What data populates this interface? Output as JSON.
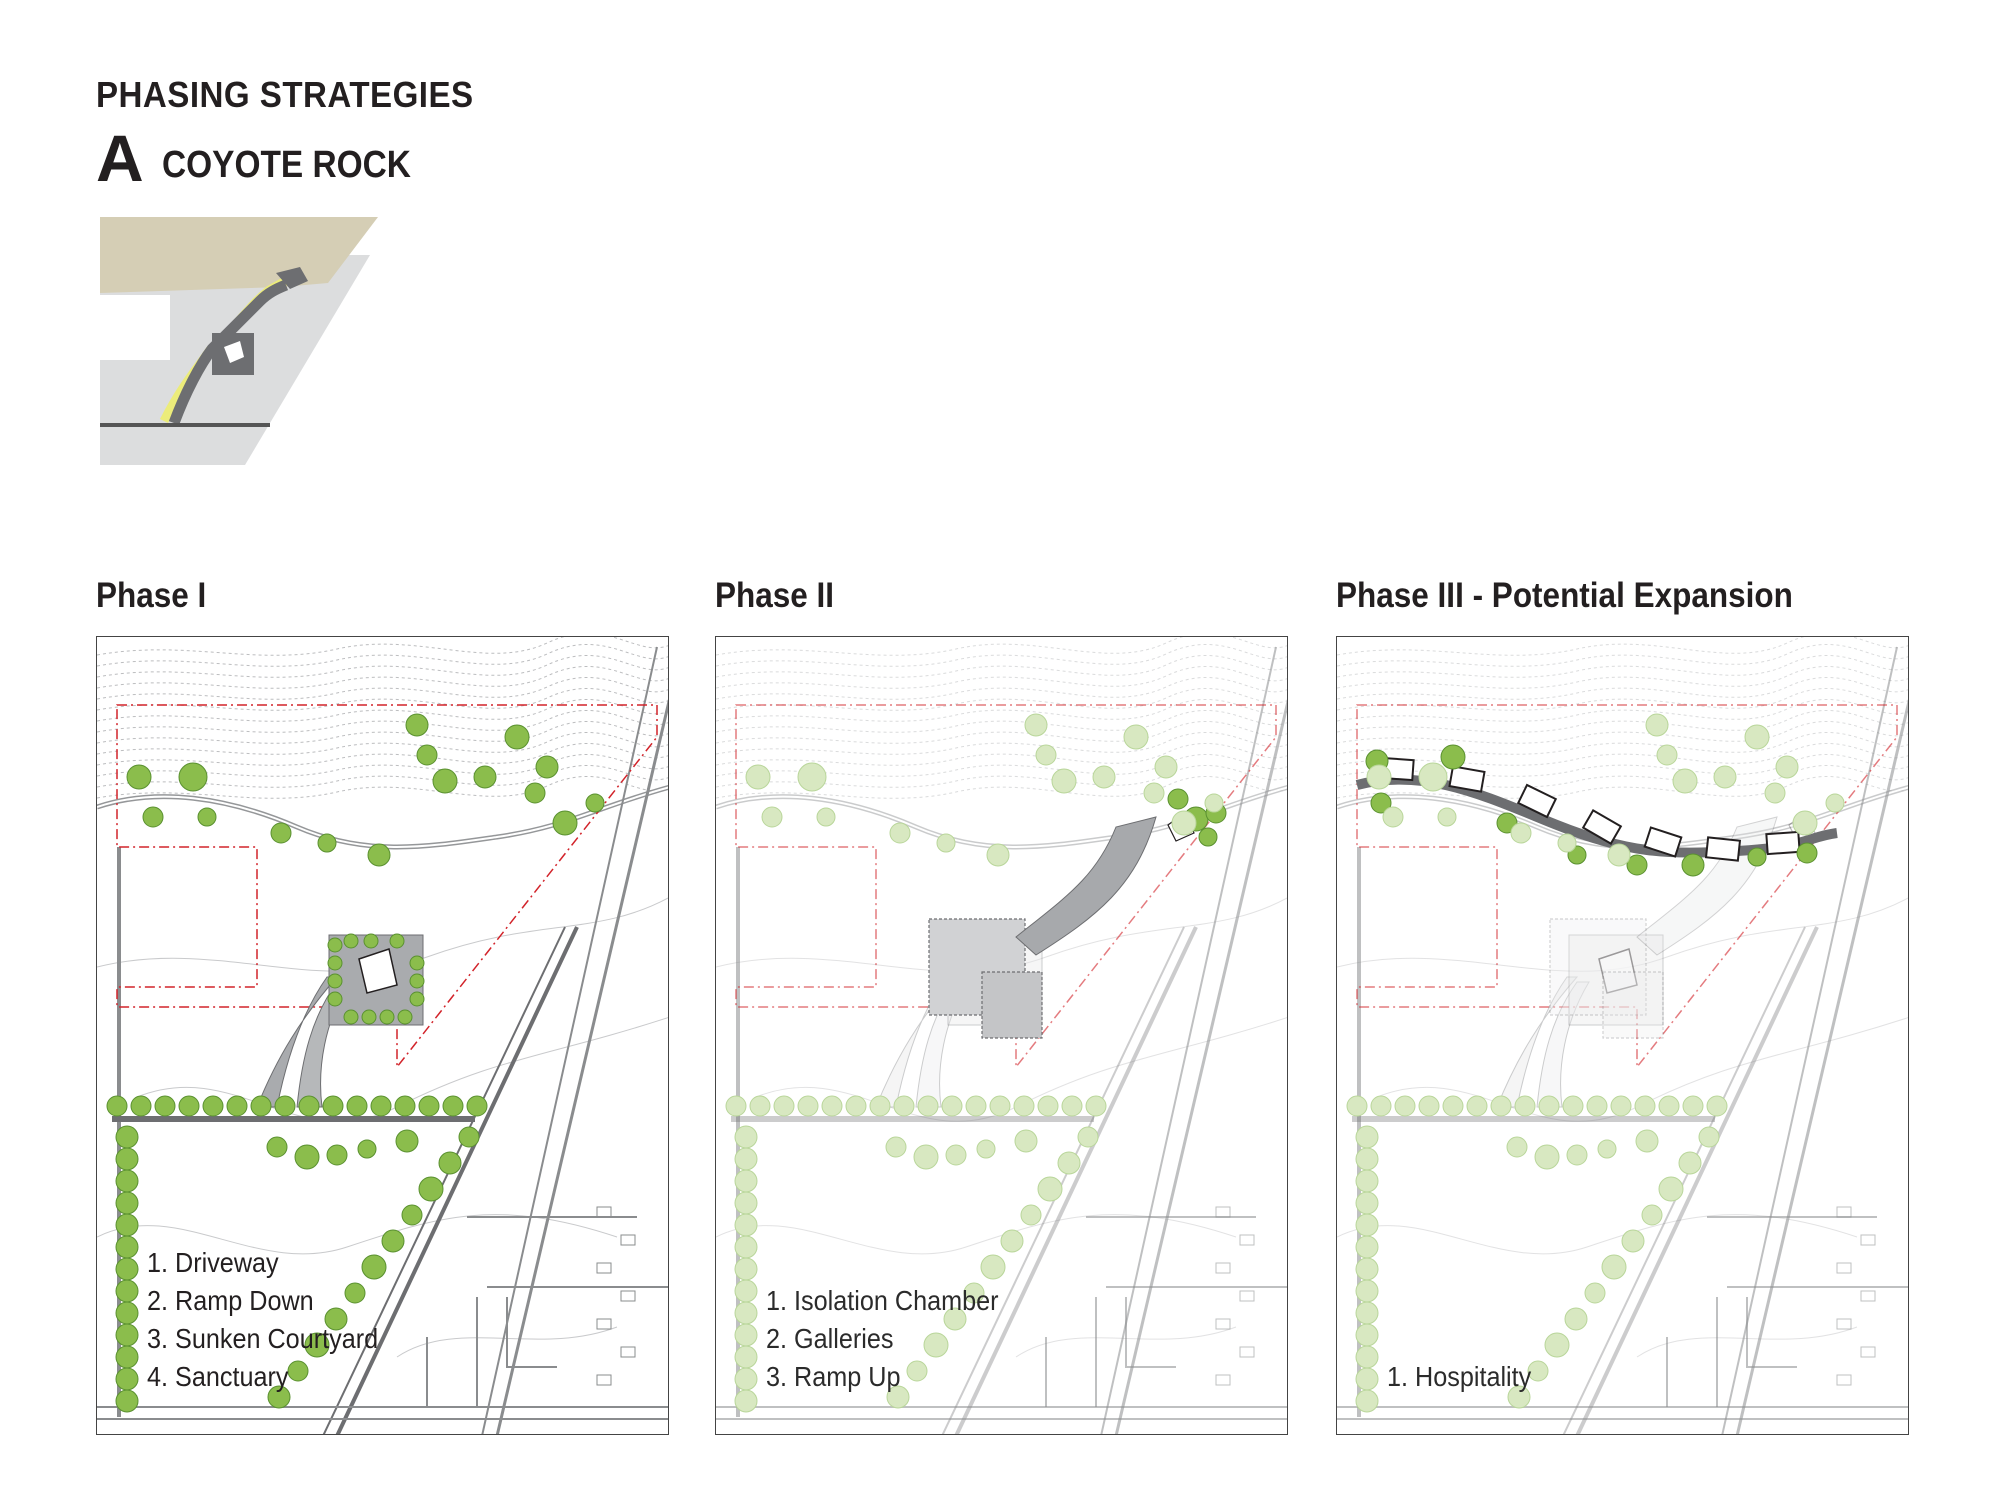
{
  "header": {
    "title": "PHASING STRATEGIES",
    "option_letter": "A",
    "site_name": "COYOTE ROCK"
  },
  "colors": {
    "tree_active": "#8bbd4c",
    "tree_active_stroke": "#5a9130",
    "tree_faded": "#d8e8c1",
    "tree_faded_stroke": "#b9d69a",
    "boundary": "#d2232a",
    "pavement": "#a9abae",
    "pavement_dark": "#6d6e71",
    "contour": "#bcbdbf",
    "keymap_hill": "#d5ceb5",
    "keymap_ground": "#dcddde",
    "keymap_path": "#ecec7a"
  },
  "phases": [
    {
      "id": "phase-1",
      "label": "Phase I",
      "items": [
        "1. Driveway",
        "2. Ramp Down",
        "3. Sunken Courtyard",
        "4. Sanctuary"
      ]
    },
    {
      "id": "phase-2",
      "label": "Phase II",
      "items": [
        "1. Isolation Chamber",
        "2. Galleries",
        "3. Ramp Up"
      ]
    },
    {
      "id": "phase-3",
      "label": "Phase III - Potential Expansion",
      "items": [
        "1. Hospitality"
      ]
    }
  ]
}
